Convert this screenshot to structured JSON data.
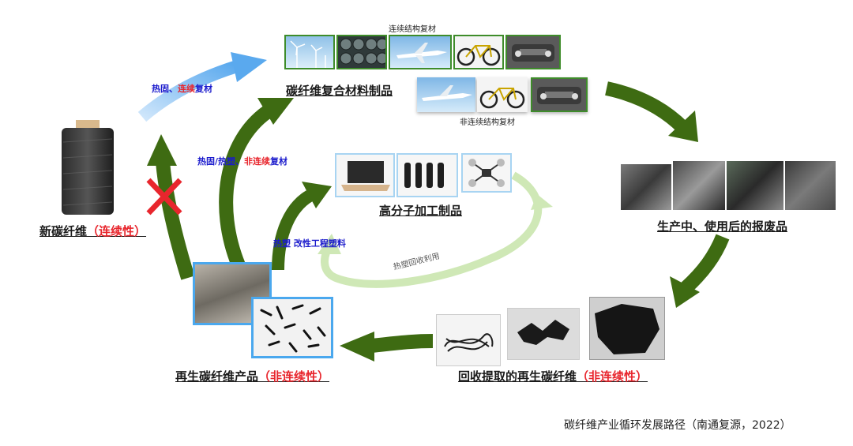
{
  "labels": {
    "continuous_structural": "连续结构复材",
    "noncontinuous_structural": "非连续结构复材",
    "composite_products": "碳纤维复合材料制品",
    "new_cf": "新碳纤维",
    "new_cf_suffix": "（连续性）",
    "polymer_products": "高分子加工制品",
    "scrap": "生产中、使用后的报废品",
    "recovered_cf": "回收提取的再生碳纤维",
    "recovered_cf_suffix": "（非连续性）",
    "recycled_products": "再生碳纤维产品",
    "recycled_products_suffix": "（非连续性）",
    "route1_a": "热固、",
    "route1_b": "连续",
    "route1_c": "复材",
    "route2_a": "热固/热塑、",
    "route2_b": "非连续",
    "route2_c": "复材",
    "route3": "热塑  改性工程塑料",
    "thermoplastic_recycle": "热塑回收利用",
    "caption": "碳纤维产业循环发展路径（南通复源，2022）"
  },
  "colors": {
    "dark_green_arrow": "#3e6b12",
    "light_green_arrow": "#cfe8b6",
    "light_blue_arrow": "#6ab6f0",
    "red_x": "#e8262d",
    "label_blue": "#1a1acc",
    "label_red": "#e8262d"
  },
  "icons": [
    "wind-turbine-icon",
    "pipes-icon",
    "airplane-icon",
    "bicycle-icon",
    "car-icon",
    "laptop-icon",
    "bolts-icon",
    "drone-icon",
    "carbon-fiber-spool-icon",
    "scrap-pile-icon",
    "fiber-bundle-icon",
    "cross-mark-icon"
  ]
}
